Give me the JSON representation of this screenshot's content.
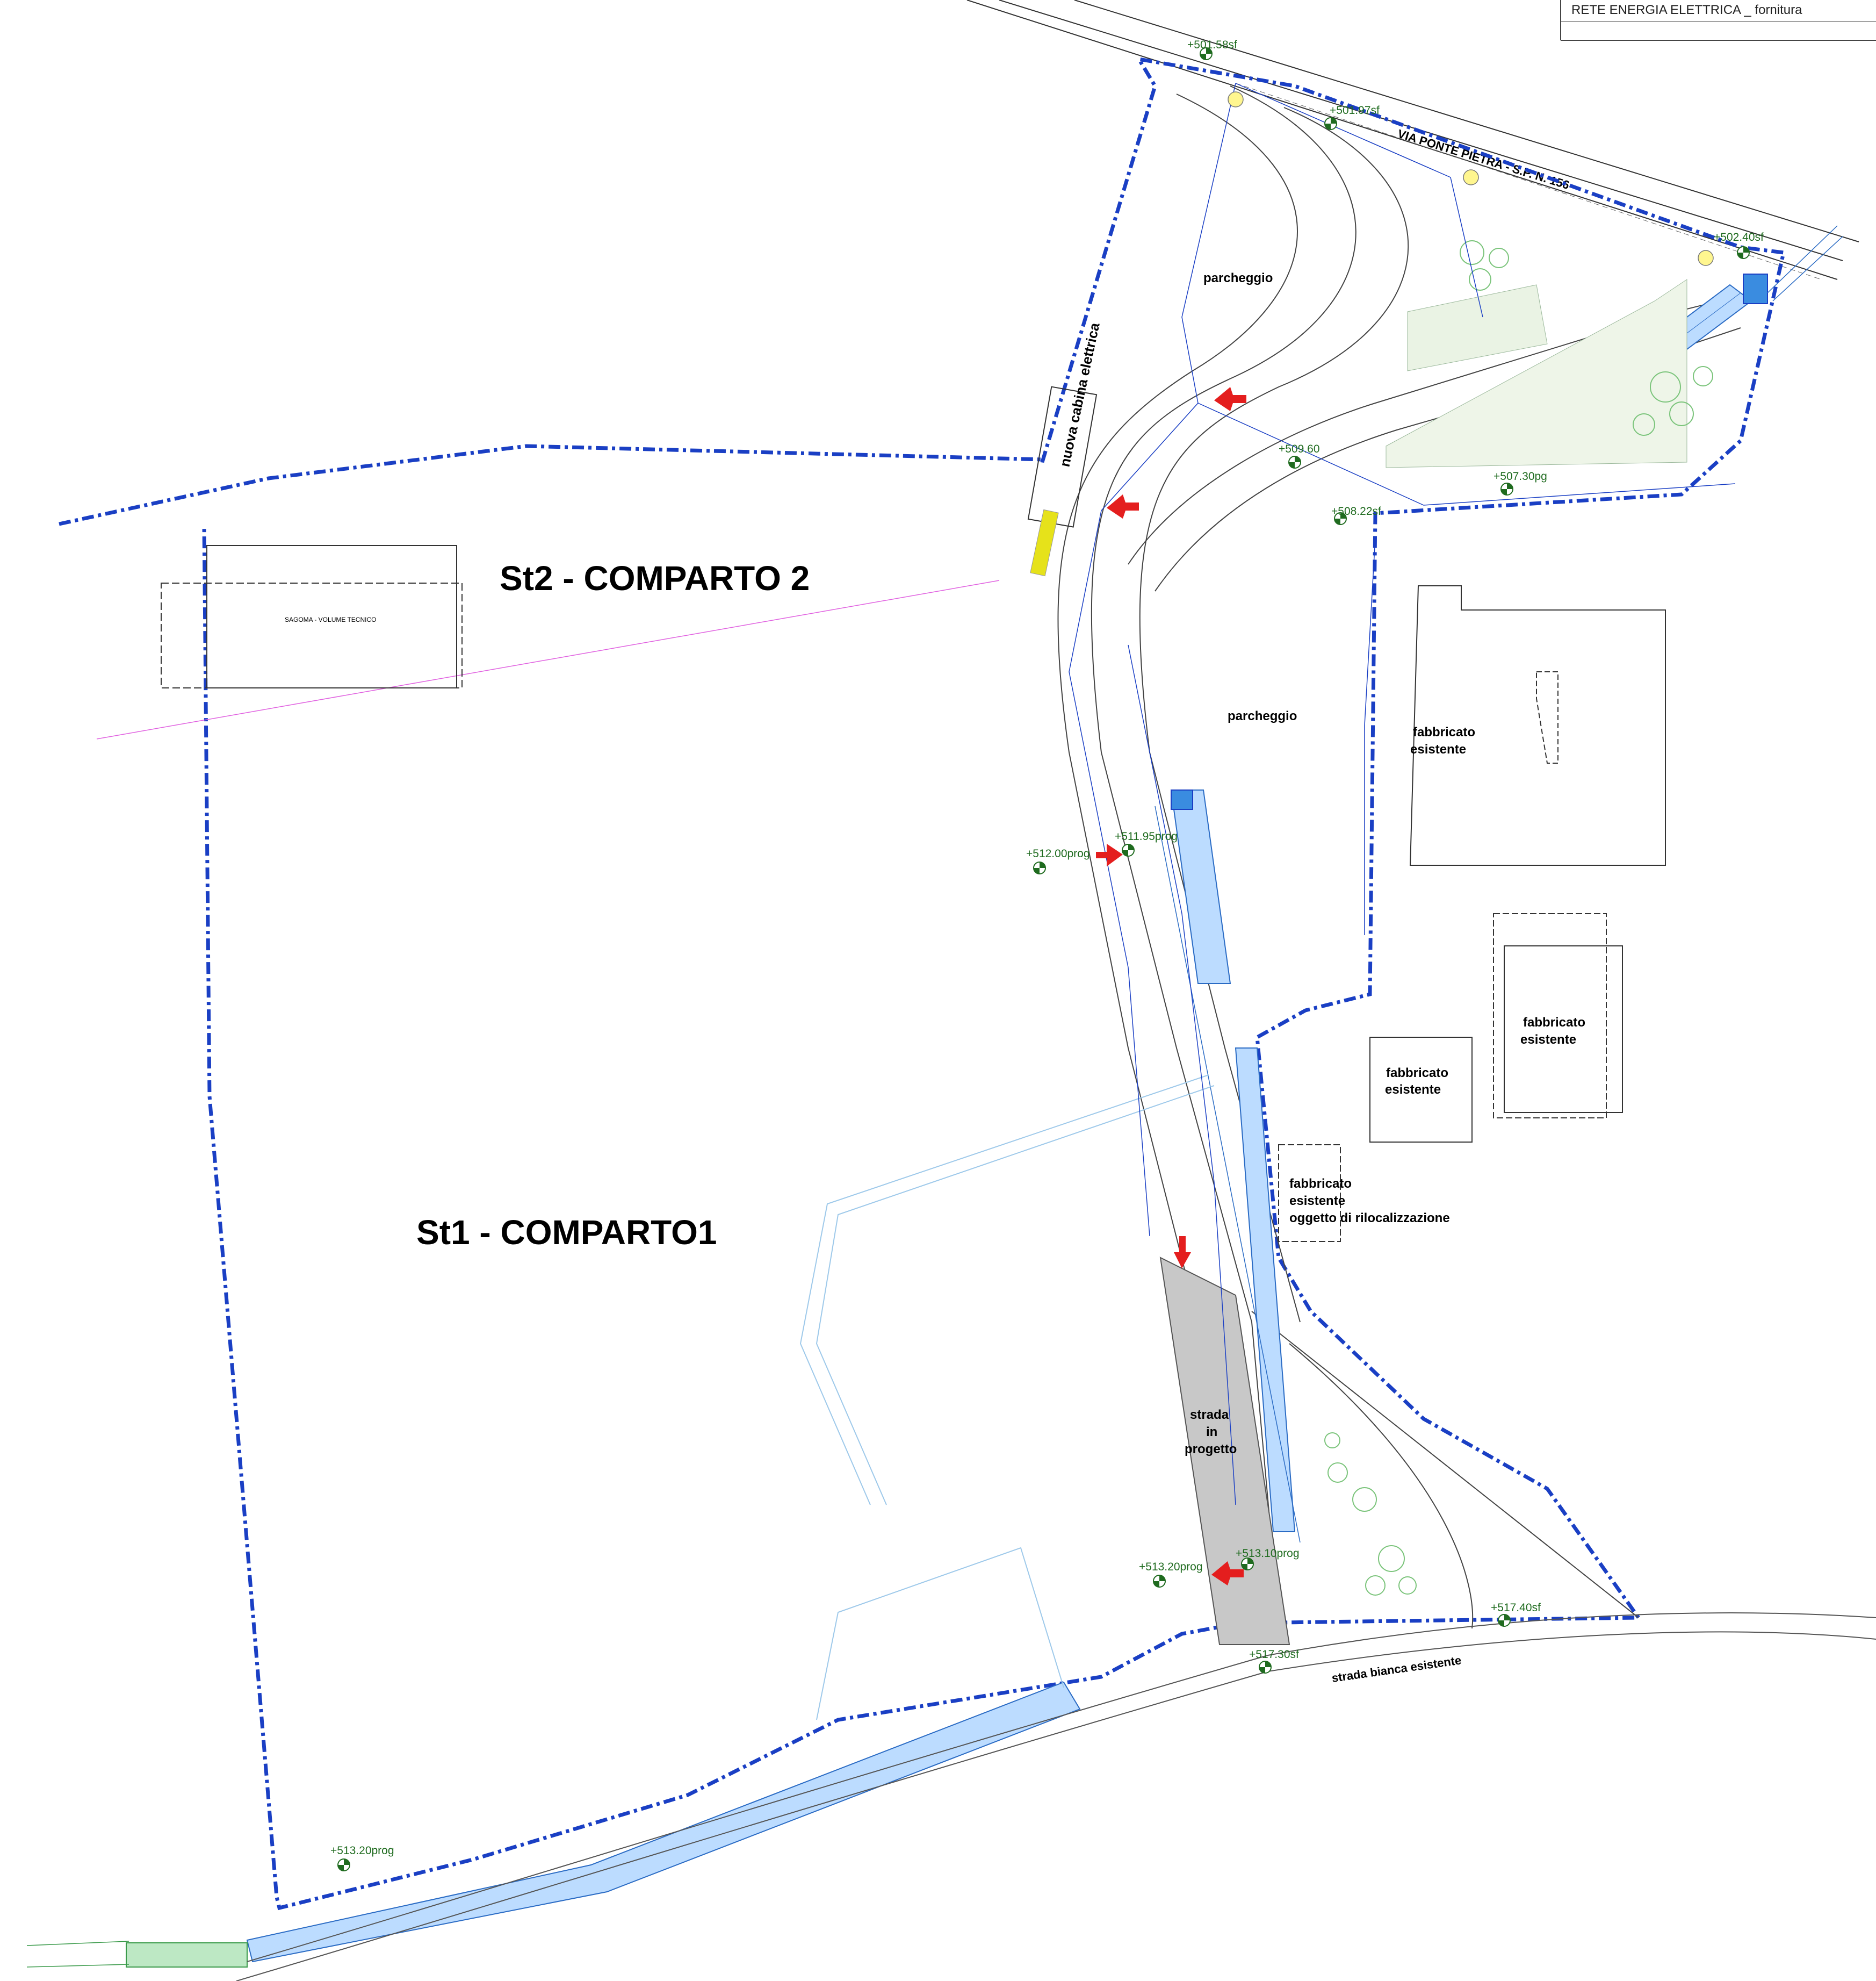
{
  "title_box": {
    "text": "RETE ENERGIA ELETTRICA _ fornitura"
  },
  "zones": {
    "st2": "St2 - COMPARTO 2",
    "st1": "St1 - COMPARTO1"
  },
  "labels": {
    "sagoma": "SAGOMA - VOLUME TECNICO",
    "parcheggio_top": "parcheggio",
    "parcheggio_mid": "parcheggio",
    "cabina": "nuova cabina elettrica",
    "strada_progetto_1": "strada",
    "strada_progetto_2": "in",
    "strada_progetto_3": "progetto",
    "strada_bianca": "strada bianca esistente",
    "via_ponte_pietra": "VIA PONTE PIETRA  - S.P. N. 156",
    "fabbricato_a_1": "fabbricato",
    "fabbricato_a_2": "esistente",
    "fabbricato_b_1": "fabbricato",
    "fabbricato_b_2": "esistente",
    "fabbricato_c_1": "fabbricato",
    "fabbricato_c_2": "esistente",
    "fabbricato_d_1": "fabbricato",
    "fabbricato_d_2": "esistente",
    "fabbricato_d_3": "oggetto di rilocalizzazione"
  },
  "elevations": {
    "e1": "+501.58sf",
    "e2": "+501.97sf",
    "e3": "+502.40sf",
    "e4": "+509.60",
    "e5": "+507.30pg",
    "e6": "+508.22sf",
    "e7": "+511.95prog",
    "e8": "+512.00prog",
    "e9": "+513.10prog",
    "e10": "+513.20prog",
    "e11": "+517.40sf",
    "e12": "+517.30sf",
    "e13": "+513.20prog"
  },
  "colors": {
    "boundary": "#1a3fc4",
    "canal_fill": "#bcdcff",
    "elevation_text": "#1f6b1f",
    "arrow": "#e41e1e",
    "cabina_fill": "#e6e21a",
    "road_hatch": "#b5b5b5"
  }
}
